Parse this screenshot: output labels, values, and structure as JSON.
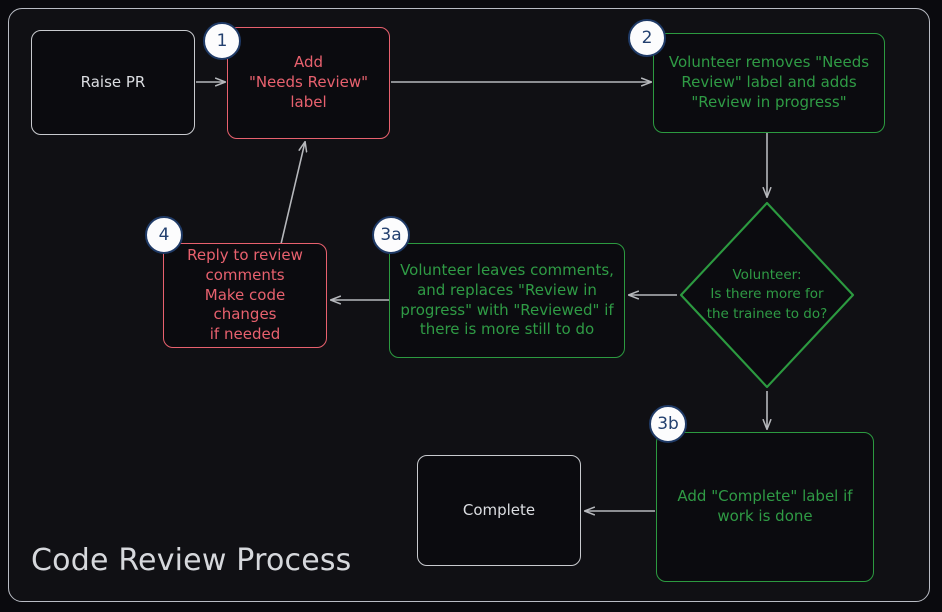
{
  "diagram": {
    "title": "Code Review Process",
    "type": "flowchart",
    "background": "#0a0a0e",
    "frame_border_color": "#b9bcc4",
    "colors": {
      "plain": "#dcdee2",
      "red": "#e8616e",
      "green": "#2f9b45",
      "badge_fill": "#fcfcfd",
      "badge_border": "#1f3a66",
      "badge_text": "#23406f",
      "edge": "#b6b8bc"
    }
  },
  "nodes": [
    {
      "id": "raise-pr",
      "label": "Raise PR",
      "style": "plain",
      "shape": "rounded-rect",
      "badge": null
    },
    {
      "id": "add-needs-review",
      "label": "Add\n\"Needs Review\"\nlabel",
      "style": "red",
      "shape": "rounded-rect",
      "badge": "1"
    },
    {
      "id": "volunteer-removes",
      "label": "Volunteer removes \"Needs\nReview\" label and adds\n\"Review in progress\"",
      "style": "green",
      "shape": "rounded-rect",
      "badge": "2"
    },
    {
      "id": "decision-more-work",
      "label": "Volunteer:\nIs there more for\nthe trainee to do?",
      "style": "green",
      "shape": "diamond",
      "badge": null
    },
    {
      "id": "volunteer-leaves-comments",
      "label": "Volunteer leaves comments,\nand replaces \"Review in\nprogress\" with \"Reviewed\" if\nthere is more still to do",
      "style": "green",
      "shape": "rounded-rect",
      "badge": "3a"
    },
    {
      "id": "reply-to-review",
      "label": "Reply to review\ncomments\nMake code changes\nif needed",
      "style": "red",
      "shape": "rounded-rect",
      "badge": "4"
    },
    {
      "id": "add-complete-label",
      "label": "Add \"Complete\" label if\nwork is done",
      "style": "green",
      "shape": "rounded-rect",
      "badge": "3b"
    },
    {
      "id": "complete",
      "label": "Complete",
      "style": "plain",
      "shape": "rounded-rect",
      "badge": null
    }
  ],
  "edges": [
    {
      "from": "raise-pr",
      "to": "add-needs-review",
      "label": ""
    },
    {
      "from": "add-needs-review",
      "to": "volunteer-removes",
      "label": ""
    },
    {
      "from": "volunteer-removes",
      "to": "decision-more-work",
      "label": ""
    },
    {
      "from": "decision-more-work",
      "to": "volunteer-leaves-comments",
      "label": ""
    },
    {
      "from": "decision-more-work",
      "to": "add-complete-label",
      "label": ""
    },
    {
      "from": "volunteer-leaves-comments",
      "to": "reply-to-review",
      "label": ""
    },
    {
      "from": "reply-to-review",
      "to": "add-needs-review",
      "label": ""
    },
    {
      "from": "add-complete-label",
      "to": "complete",
      "label": ""
    }
  ]
}
